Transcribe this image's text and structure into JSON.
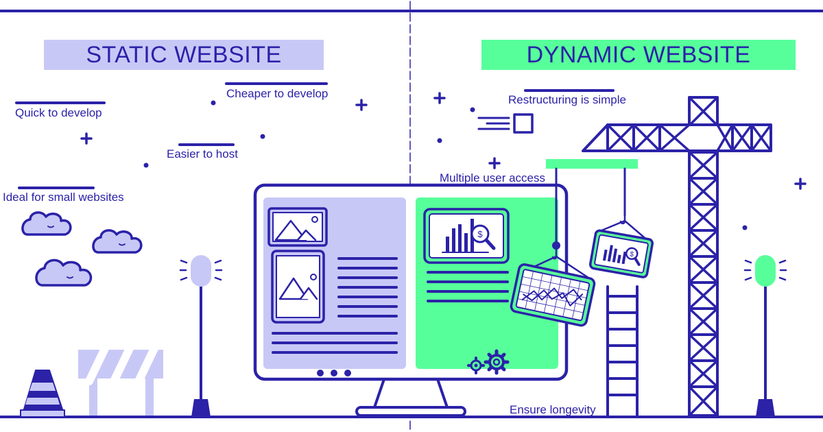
{
  "colors": {
    "navy": "#2b22a8",
    "lavender": "#c8c8f7",
    "mint": "#57ff9a"
  },
  "left": {
    "title": "STATIC WEBSITE",
    "features": [
      "Quick to develop",
      "Cheaper to develop",
      "Easier to host",
      "Ideal for small websites"
    ]
  },
  "right": {
    "title": "DYNAMIC WEBSITE",
    "features": [
      "Restructuring is simple",
      "Multiple user access",
      "Ensure longevity"
    ]
  },
  "icons": [
    "cloud-icon",
    "traffic-cone-icon",
    "road-barrier-icon",
    "street-lamp-icon",
    "monitor-icon",
    "image-icon",
    "bar-chart-icon",
    "dollar-magnifier-icon",
    "line-chart-icon",
    "gear-icon",
    "ladder-icon",
    "tower-crane-icon",
    "plus-icon",
    "speed-lines-icon"
  ]
}
